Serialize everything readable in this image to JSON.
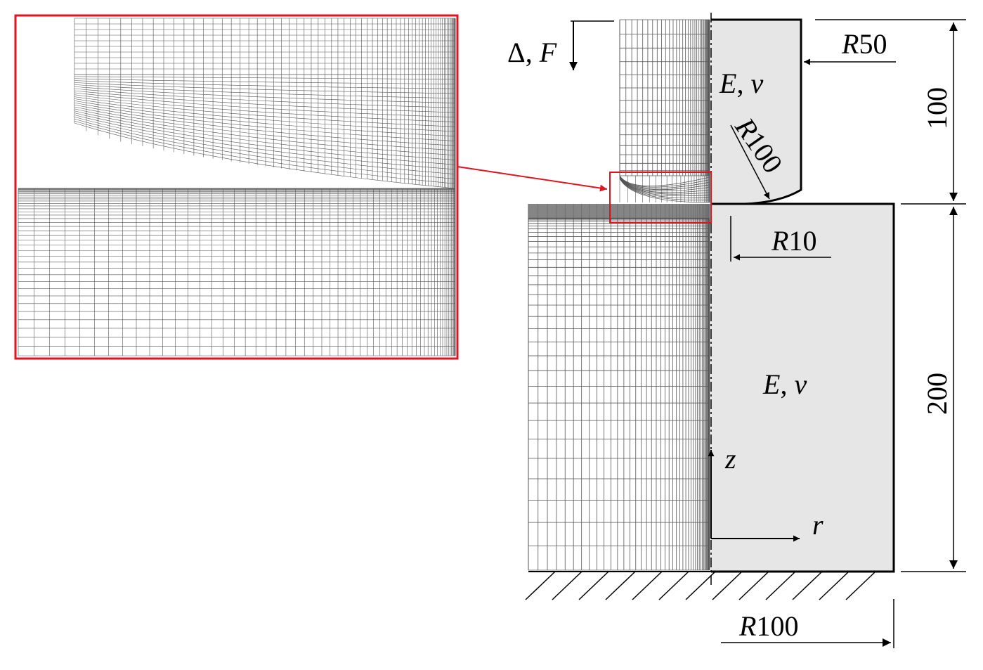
{
  "diagram": {
    "labels": {
      "load": "Δ, F",
      "load_delta": "Δ",
      "load_sep": ", ",
      "load_F": "F",
      "R_prefix": "R",
      "r50_value": "50",
      "r100_indenter_value": "100",
      "r10_value": "10",
      "r100_base_value": "100",
      "material_top_E": "E",
      "material_top_sep": ", ",
      "material_top_nu": "ν",
      "material_bottom_E": "E",
      "material_bottom_sep": ", ",
      "material_bottom_nu": "ν",
      "dim_top": "100",
      "dim_bottom": "200",
      "axis_z": "z",
      "axis_r": "r"
    },
    "colors": {
      "highlight": "#e0141e",
      "fill": "#e6e6e6",
      "mesh": "#555555",
      "outline": "#000000"
    }
  }
}
